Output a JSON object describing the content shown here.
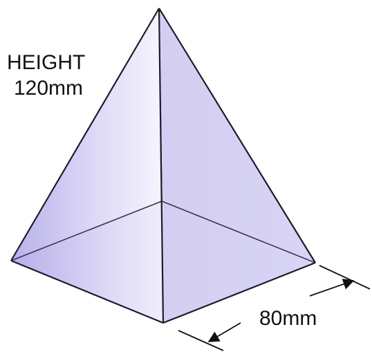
{
  "labels": {
    "height_line1": "HEIGHT",
    "height_line2": "120mm",
    "base_width": "80mm"
  },
  "colors": {
    "face_fill": "#d7d3f3",
    "face_shadow": "#b7b0ea",
    "face_highlight": "#f5f4fd",
    "edge": "#1c1c2c",
    "hidden_edge": "#38344f",
    "arrow": "#111111"
  }
}
